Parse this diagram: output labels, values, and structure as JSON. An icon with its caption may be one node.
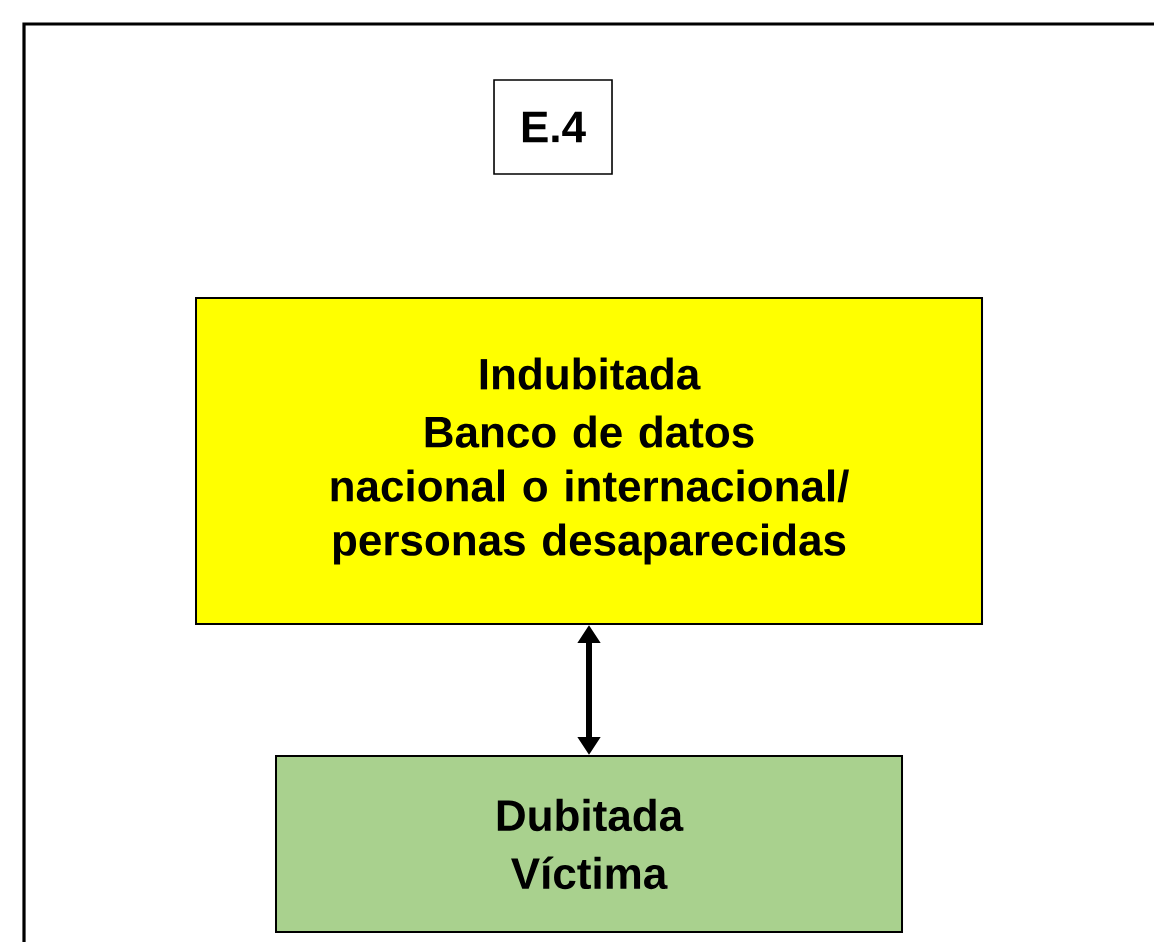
{
  "diagram": {
    "nodes": [
      {
        "text": [
          "E.4"
        ]
      },
      {
        "text": [
          "Indubitada",
          "Banco de datos nacional o internacional/ personas desaparecidas"
        ]
      },
      {
        "text": [
          "Dubitada",
          "Víctima"
        ]
      }
    ],
    "edges": [
      {
        "from": 1,
        "to": 2,
        "arrow": "both"
      }
    ]
  }
}
